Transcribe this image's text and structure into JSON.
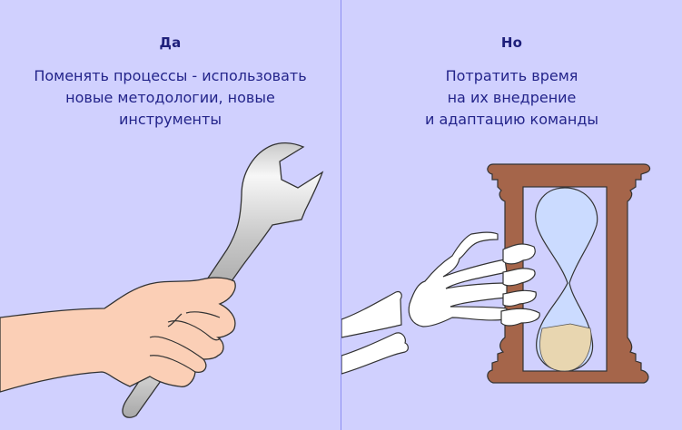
{
  "colors": {
    "background": "#d0d0fe",
    "divider": "#8b8cf2",
    "text": "#23248a",
    "skin": "#fbcfb6",
    "wood": "#a5654a",
    "glass": "#cbdbff",
    "sand": "#e8d6b0"
  },
  "left": {
    "title": "Да",
    "description_lines": [
      "Поменять процессы - использовать",
      "новые методологии, новые",
      "инструменты"
    ],
    "illustration": "hand-holding-wrench"
  },
  "right": {
    "title": "Но",
    "description_lines": [
      "Потратить время",
      "на их внедрение",
      "и адаптацию команды"
    ],
    "illustration": "skeleton-hand-holding-hourglass"
  }
}
